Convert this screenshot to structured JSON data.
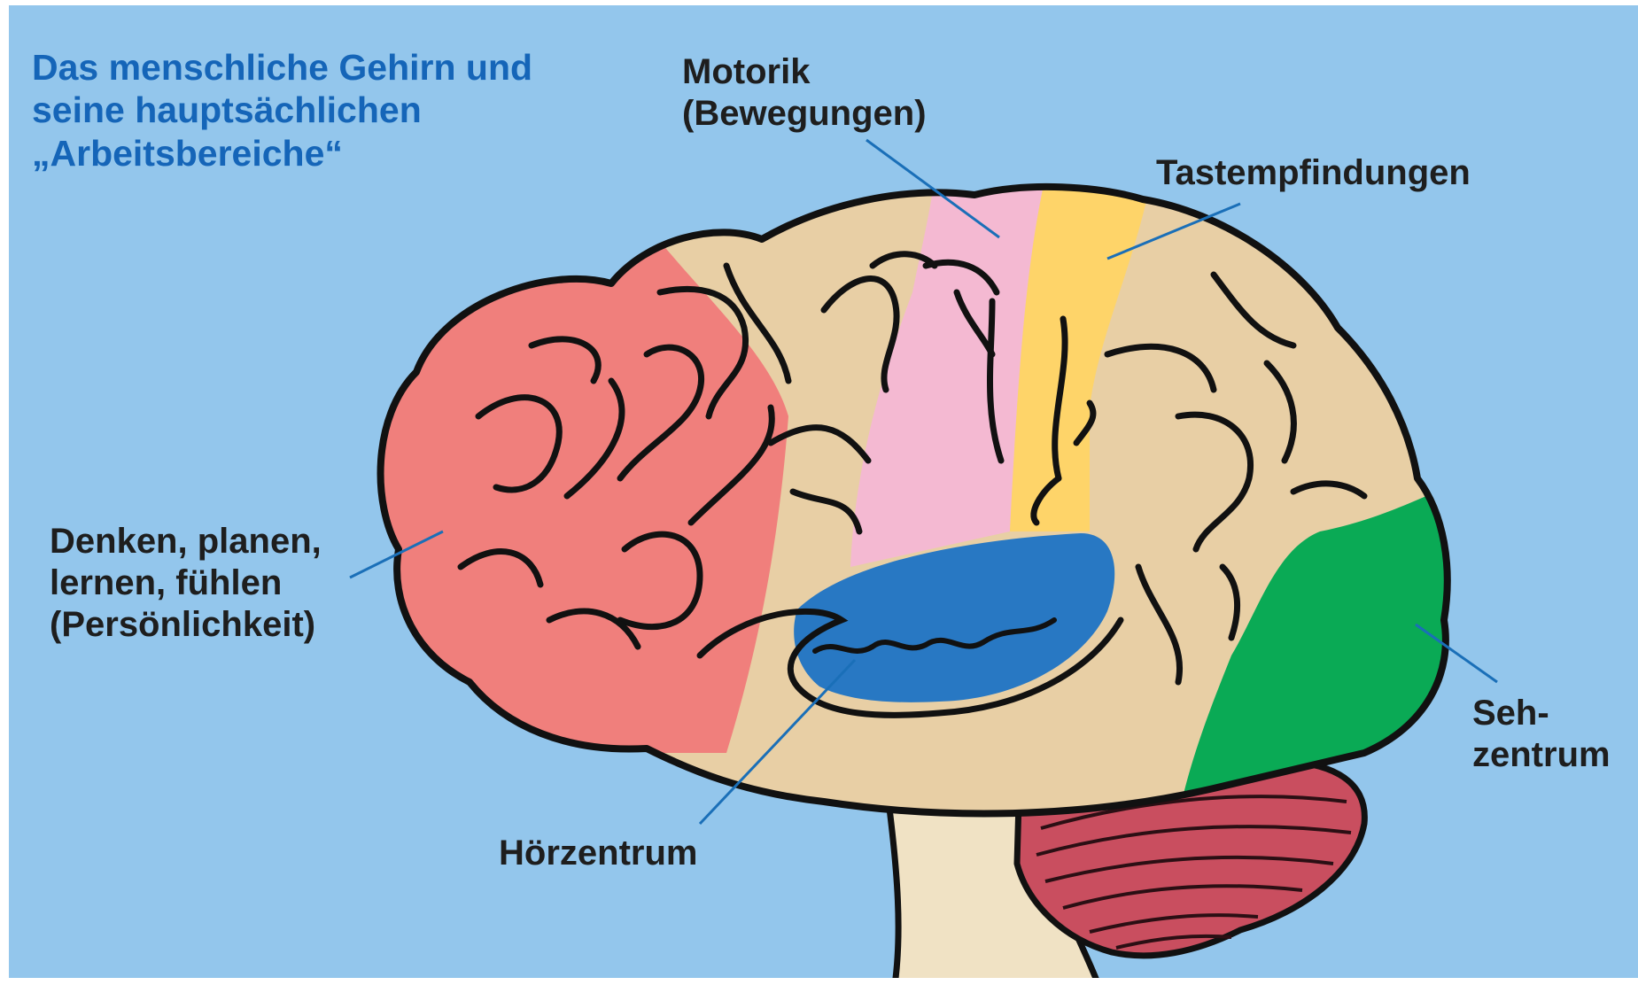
{
  "title": "Das menschliche Gehirn und\nseine hauptsächlichen\n„Arbeitsbereiche“",
  "labels": {
    "motorik": "Motorik\n(Bewegungen)",
    "tastempfindungen": "Tastempfindungen",
    "denken": "Denken, planen,\nlernen, fühlen\n(Persönlichkeit)",
    "hoerzentrum": "Hörzentrum",
    "sehzentrum": "Seh-\nzentrum"
  },
  "colors": {
    "background": "#93c6ec",
    "title_text": "#1565b8",
    "label_text": "#1e1e1e",
    "leader_line": "#1a6fb8",
    "brain_base": "#e8cfa5",
    "frontal_thinking": "#f07f7c",
    "motor_cortex": "#f4b9d2",
    "touch_cortex": "#fed469",
    "auditory_cortex": "#2878c3",
    "visual_cortex": "#0aaa55",
    "cerebellum": "#c94e5f",
    "brainstem": "#f0e2c4",
    "outline": "#111111"
  }
}
